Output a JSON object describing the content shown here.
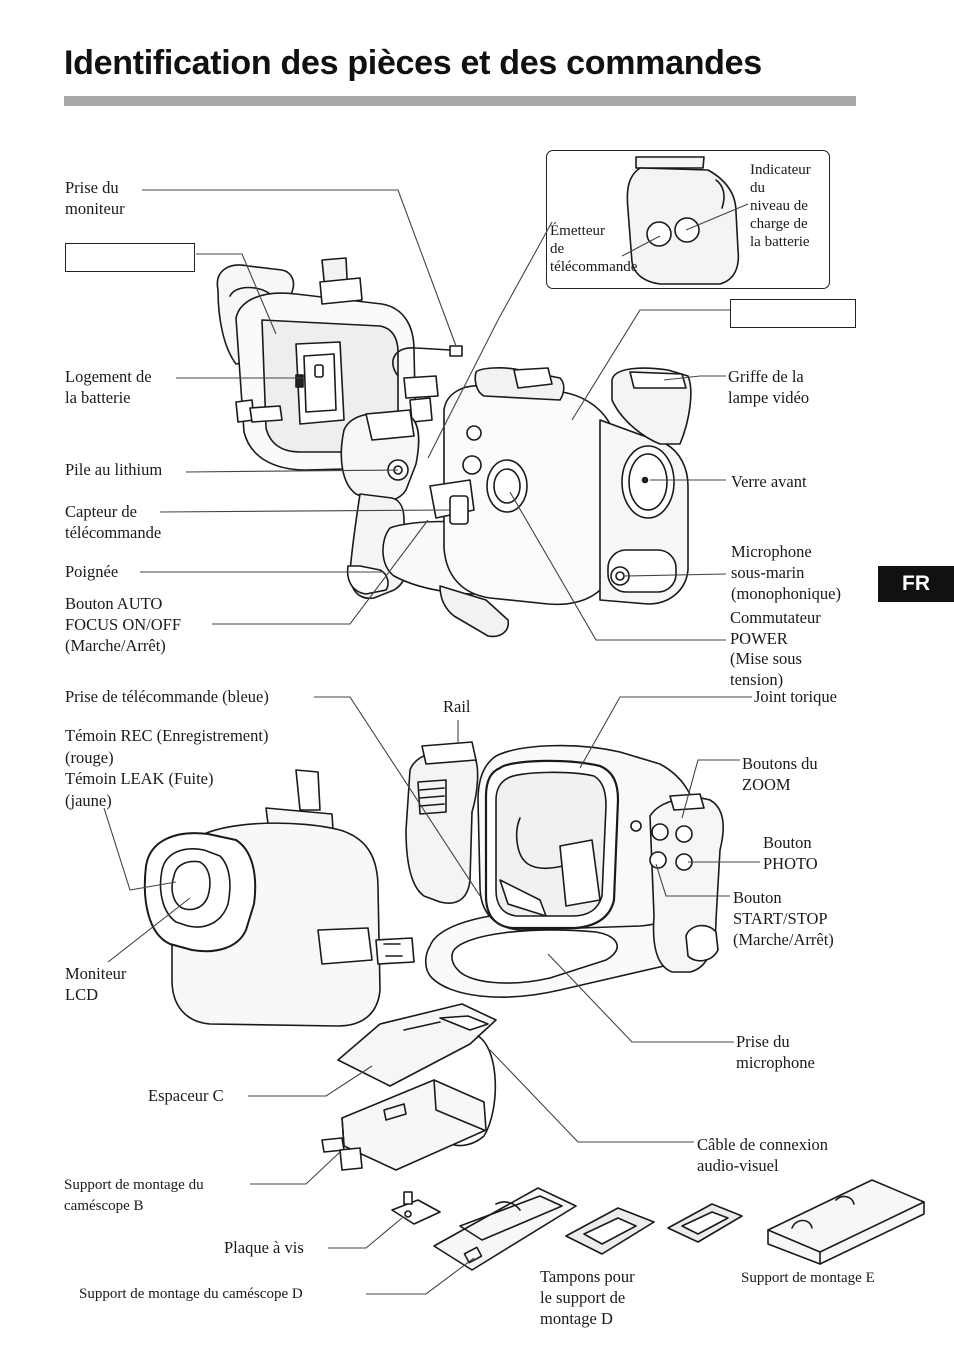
{
  "page": {
    "title": "Identification des pièces et des commandes",
    "side_tab": "FR"
  },
  "labels": {
    "prise_moniteur": [
      "Prise du",
      "moniteur"
    ],
    "logement_batterie": [
      "Logement de",
      "la batterie"
    ],
    "pile_lithium": [
      "Pile au lithium"
    ],
    "capteur": [
      "Capteur de",
      "télécommande"
    ],
    "poignee": [
      "Poignée"
    ],
    "bouton_auto_focus": [
      "Bouton AUTO",
      "FOCUS ON/OFF",
      "(Marche/Arrêt)"
    ],
    "emetteur": [
      "Émetteur",
      "de",
      "télécommande"
    ],
    "indicateur": [
      "Indicateur",
      "du",
      "niveau de",
      "charge de",
      "la batterie"
    ],
    "griffe": [
      "Griffe de la",
      "lampe vidéo"
    ],
    "verre_avant": [
      "Verre avant"
    ],
    "microphone": [
      "Microphone",
      "sous-marin",
      "(monophonique)"
    ],
    "commutateur": [
      "Commutateur",
      "POWER",
      "(Mise sous",
      "tension)"
    ],
    "prise_telecommande": [
      "Prise de télécommande (bleue)"
    ],
    "rail": [
      "Rail"
    ],
    "joint_torique": [
      "Joint torique"
    ],
    "temoins": [
      "Témoin REC (Enregistrement)",
      "(rouge)",
      "Témoin LEAK (Fuite)",
      "(jaune)"
    ],
    "boutons_zoom": [
      "Boutons du",
      "ZOOM"
    ],
    "bouton_photo": [
      "Bouton",
      "PHOTO"
    ],
    "bouton_start_stop": [
      "Bouton",
      "START/STOP",
      "(Marche/Arrêt)"
    ],
    "moniteur_lcd": [
      "Moniteur",
      "LCD"
    ],
    "prise_microphone": [
      "Prise du",
      "microphone"
    ],
    "espaceur": [
      "Espaceur C"
    ],
    "cable": [
      "Câble de connexion",
      "audio-visuel"
    ],
    "support_b": [
      "Support de montage du",
      "caméscope B"
    ],
    "plaque": [
      "Plaque à vis"
    ],
    "support_d": [
      "Support de montage du caméscope D"
    ],
    "tampons": [
      "Tampons pour",
      "le support de",
      "montage D"
    ],
    "support_e": [
      "Support de montage E"
    ]
  }
}
